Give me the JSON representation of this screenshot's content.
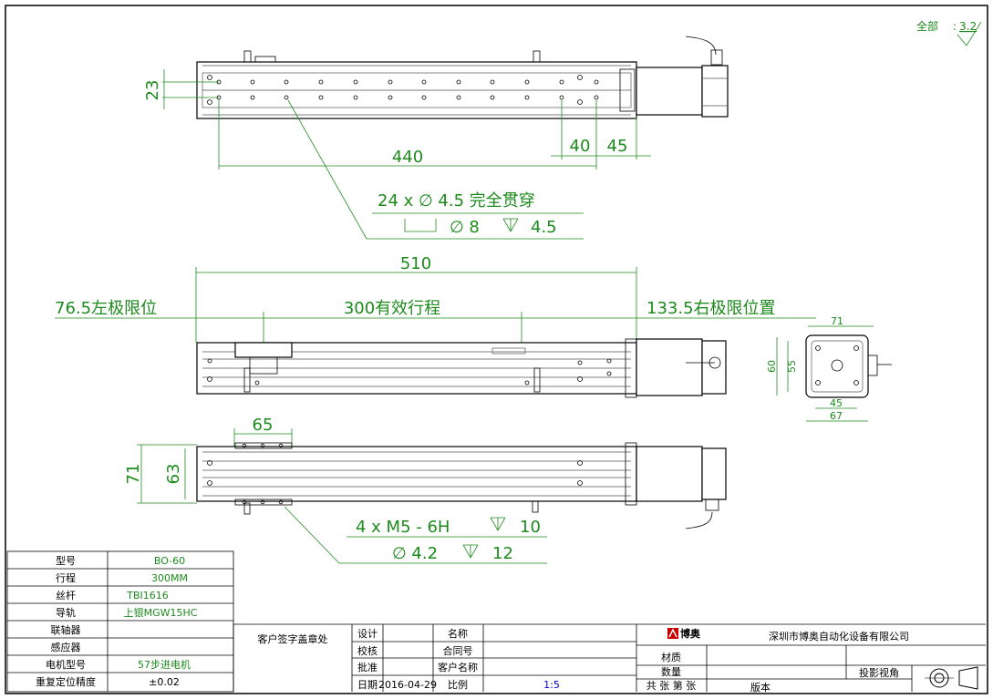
{
  "surface_note": {
    "label": "全部",
    "value": "3.2"
  },
  "top_view": {
    "dim_23": "23",
    "dim_440": "440",
    "dim_40": "40",
    "dim_45": "45",
    "hole_note_1": "24 x ∅ 4.5 完全贯穿",
    "hole_note_2_dia": "∅ 8",
    "hole_note_2_depth": "4.5"
  },
  "front_view": {
    "dim_510": "510",
    "left_limit": "76.5左极限位",
    "stroke": "300有效行程",
    "right_limit": "133.5右极限位置"
  },
  "side_view": {
    "dim_71": "71",
    "dim_60": "60",
    "dim_55": "55",
    "dim_45": "45",
    "dim_67": "67"
  },
  "bottom_view": {
    "dim_65": "65",
    "dim_71": "71",
    "dim_63": "63",
    "thread_note": "4 x  M5 - 6H",
    "thread_depth": "10",
    "drill_note": "∅  4.2",
    "drill_depth": "12"
  },
  "spec_table": [
    {
      "label": "型号",
      "value": "BO-60"
    },
    {
      "label": "行程",
      "value": "300MM"
    },
    {
      "label": "丝杆",
      "value": "TBI1616"
    },
    {
      "label": "导轨",
      "value": "上银MGW15HC"
    },
    {
      "label": "联轴器",
      "value": ""
    },
    {
      "label": "感应器",
      "value": ""
    },
    {
      "label": "电机型号",
      "value": "57步进电机"
    },
    {
      "label": "重复定位精度",
      "value": "±0.02"
    }
  ],
  "title_block": {
    "sign_label": "客户签字盖章处",
    "design": "设计",
    "check": "校核",
    "approve": "批准",
    "date_label": "日期",
    "date": "2016-04-29",
    "name": "名称",
    "contract": "合同号",
    "customer": "客户名称",
    "scale_label": "比例",
    "scale": "1:5",
    "logo_text": "博奥",
    "company": "深圳市博奥自动化设备有限公司",
    "material": "材质",
    "quantity": "数量",
    "sheets": "共 张 第 张",
    "version": "版本",
    "projection": "投影视角"
  }
}
